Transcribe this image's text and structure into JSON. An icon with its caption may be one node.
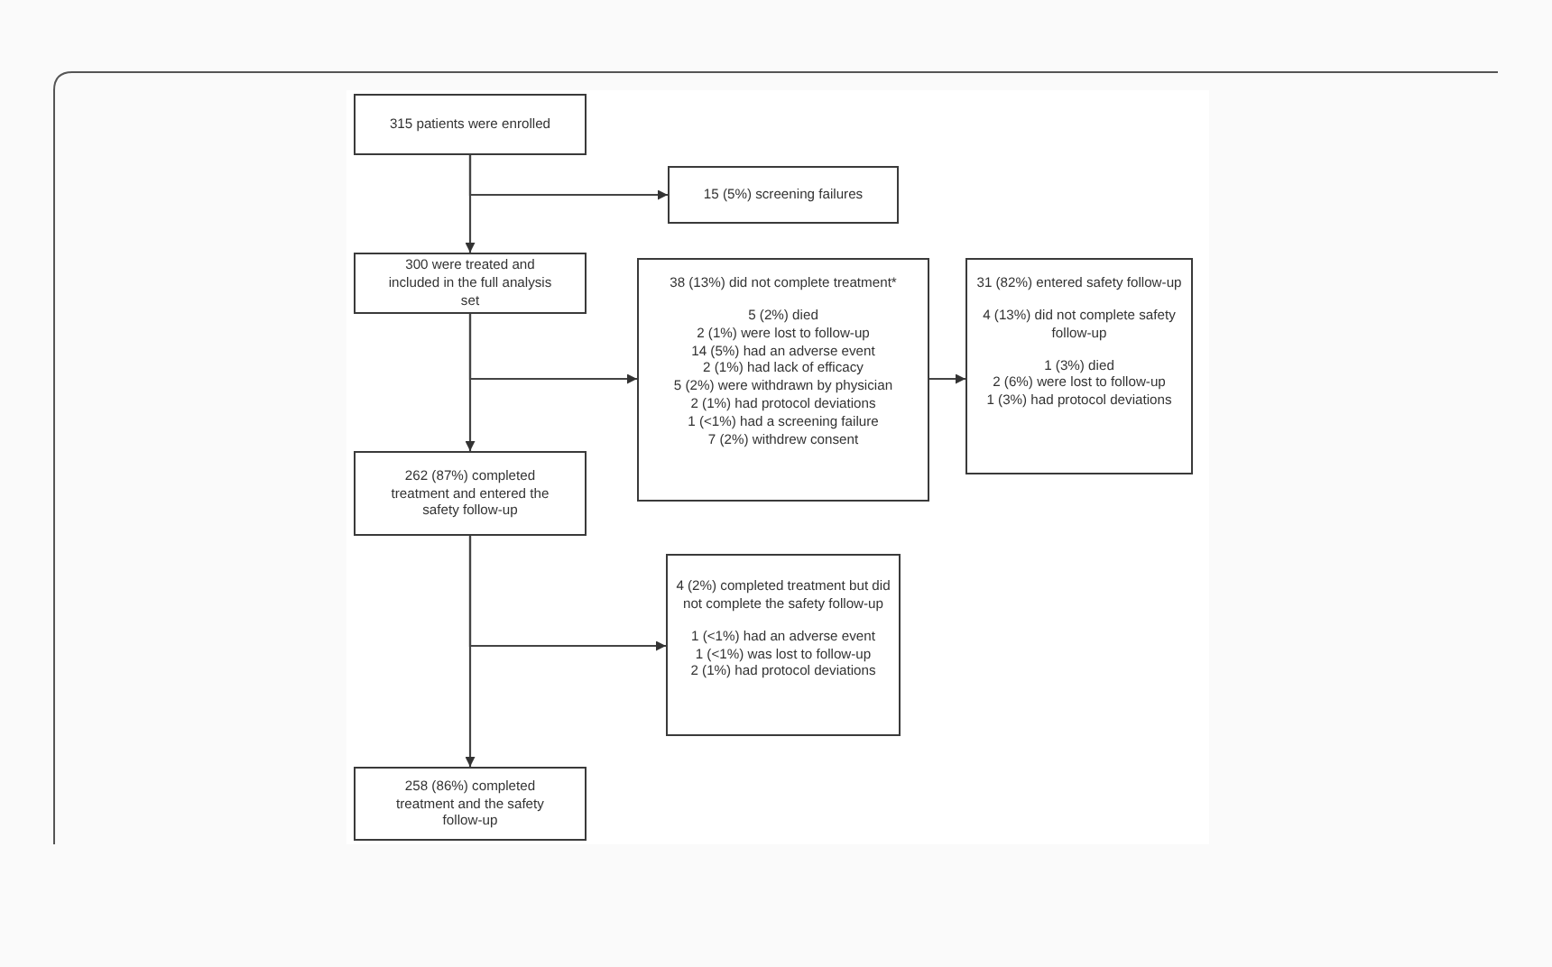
{
  "diagram": {
    "nodes": [
      {
        "text": [
          "315 patients were enrolled"
        ]
      },
      {
        "text": [
          "15 (5%) screening failures"
        ]
      },
      {
        "text": [
          "300 were treated and included in the full analysis set"
        ]
      },
      {
        "text": [
          "38 (13%) did not complete treatment*",
          "5 (2%) died",
          "2 (1%) were lost to follow-up",
          "14 (5%) had an adverse event",
          "2 (1%) had lack of efficacy",
          "5 (2%) were withdrawn by physician",
          "2 (1%) had protocol deviations",
          "1 (<1%) had a screening failure",
          "7 (2%) withdrew consent"
        ]
      },
      {
        "text": [
          "31 (82%) entered safety follow-up",
          "4 (13%) did not complete safety follow-up",
          "1 (3%) died",
          "2 (6%) were lost to follow-up",
          "1 (3%) had protocol deviations"
        ]
      },
      {
        "text": [
          "262 (87%) completed treatment and entered the safety follow-up"
        ]
      },
      {
        "text": [
          "4 (2%) completed treatment but did not complete the safety follow-up",
          "1 (<1%) had an adverse event",
          "1 (<1%) was lost to follow-up",
          "2 (1%) had protocol deviations"
        ]
      },
      {
        "text": [
          "258 (86%) completed treatment and the safety follow-up"
        ]
      }
    ],
    "edges": [
      {
        "from": 0,
        "to": 2,
        "arrow": "to"
      },
      {
        "from": 0,
        "to": 1,
        "arrow": "to"
      },
      {
        "from": 2,
        "to": 5,
        "arrow": "to"
      },
      {
        "from": 2,
        "to": 3,
        "arrow": "to"
      },
      {
        "from": 3,
        "to": 4,
        "arrow": "to"
      },
      {
        "from": 5,
        "to": 7,
        "arrow": "to"
      },
      {
        "from": 5,
        "to": 6,
        "arrow": "to"
      }
    ]
  }
}
